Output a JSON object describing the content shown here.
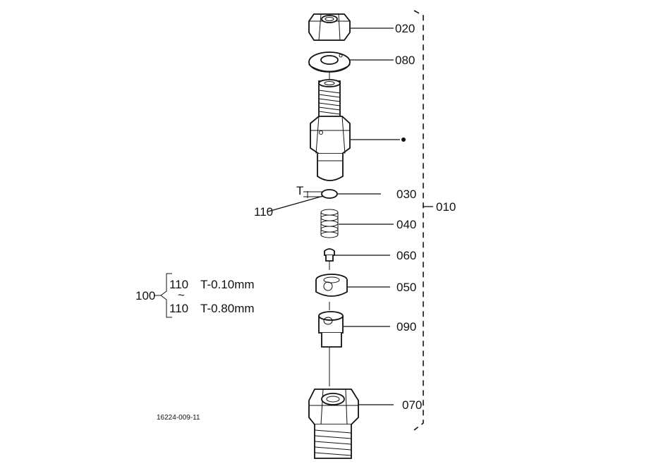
{
  "labels": {
    "p020": "020",
    "p080": "080",
    "p030": "030",
    "p010": "010",
    "p110": "110",
    "p040": "040",
    "p060": "060",
    "p050": "050",
    "p090": "090",
    "p070": "070",
    "t": "T",
    "p100": "100"
  },
  "shim_options": [
    {
      "part": "110",
      "thickness": "T-0.10mm"
    },
    {
      "part": "110",
      "thickness": "T-0.80mm"
    }
  ],
  "range_mark": "~",
  "drawing_number": "16224-009-11"
}
